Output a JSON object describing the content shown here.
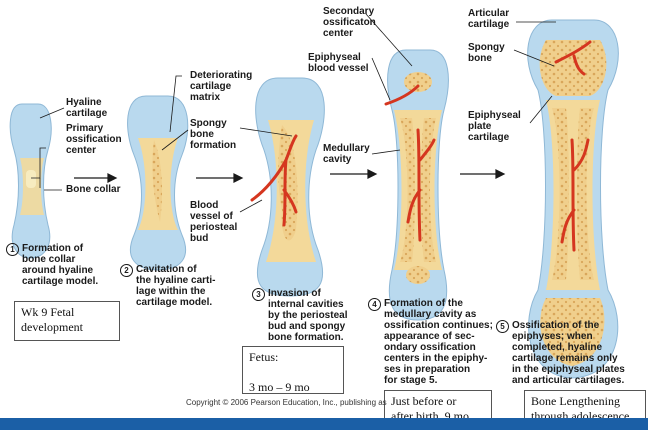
{
  "colors": {
    "cartilage": "#b9d9ee",
    "bone": "#f3d99a",
    "spongy": "#e6b86a",
    "vessel": "#d5361f",
    "bar": "#1b5fa6"
  },
  "labels": {
    "hyaline_cartilage": "Hyaline\ncartilage",
    "primary_ossification_center": "Primary\nossification\ncenter",
    "bone_collar": "Bone collar",
    "deteriorating_matrix": "Deteriorating\ncartilage\nmatrix",
    "spongy_bone_formation": "Spongy\nbone\nformation",
    "blood_vessel": "Blood\nvessel of\nperiosteal\nbud",
    "secondary_center": "Secondary\nossificaton\ncenter",
    "epiphyseal_vessel": "Epiphyseal\nblood vessel",
    "medullary_cavity": "Medullary\ncavity",
    "articular_cartilage": "Articular\ncartilage",
    "spongy_bone": "Spongy\nbone",
    "epiphyseal_plate": "Epiphyseal\nplate\ncartilage"
  },
  "steps": [
    {
      "num": "1",
      "text": "Formation of\nbone collar\naround hyaline\ncartilage model."
    },
    {
      "num": "2",
      "text": "Cavitation of\nthe hyaline carti-\nlage within the\ncartilage model."
    },
    {
      "num": "3",
      "text": "Invasion of\ninternal cavities\nby the periosteal\nbud and spongy\nbone formation."
    },
    {
      "num": "4",
      "text": "Formation of the\nmedullary cavity as\nossification continues;\nappearance of sec-\nondary ossification\ncenters in the epiphy-\nses in preparation\nfor stage 5."
    },
    {
      "num": "5",
      "text": "Ossification of the\nepiphyses; when\ncompleted, hyaline\ncartilage remains only\nin the epiphyseal plates\nand articular cartilages."
    }
  ],
  "notes": {
    "wk9": "Wk 9 Fetal\ndevelopment",
    "fetus": "Fetus:\n\n3 mo – 9 mo",
    "birth": "Just before or\nafter birth, 9 mo",
    "adolescence": "Bone Lengthening\nthrough adolescence"
  },
  "copyright": "Copyright © 2006 Pearson Education, Inc., publishing as"
}
